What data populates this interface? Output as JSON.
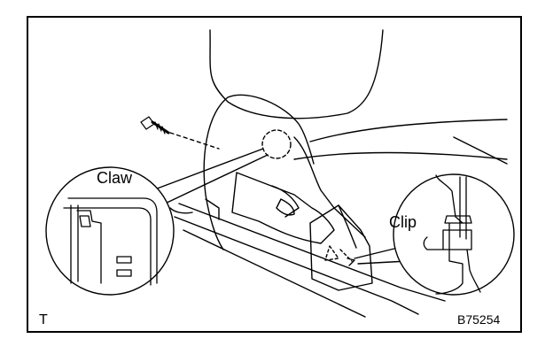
{
  "labels": {
    "claw": "Claw",
    "clip": "Clip",
    "corner_mark": "T",
    "figure_code": "B75254"
  }
}
